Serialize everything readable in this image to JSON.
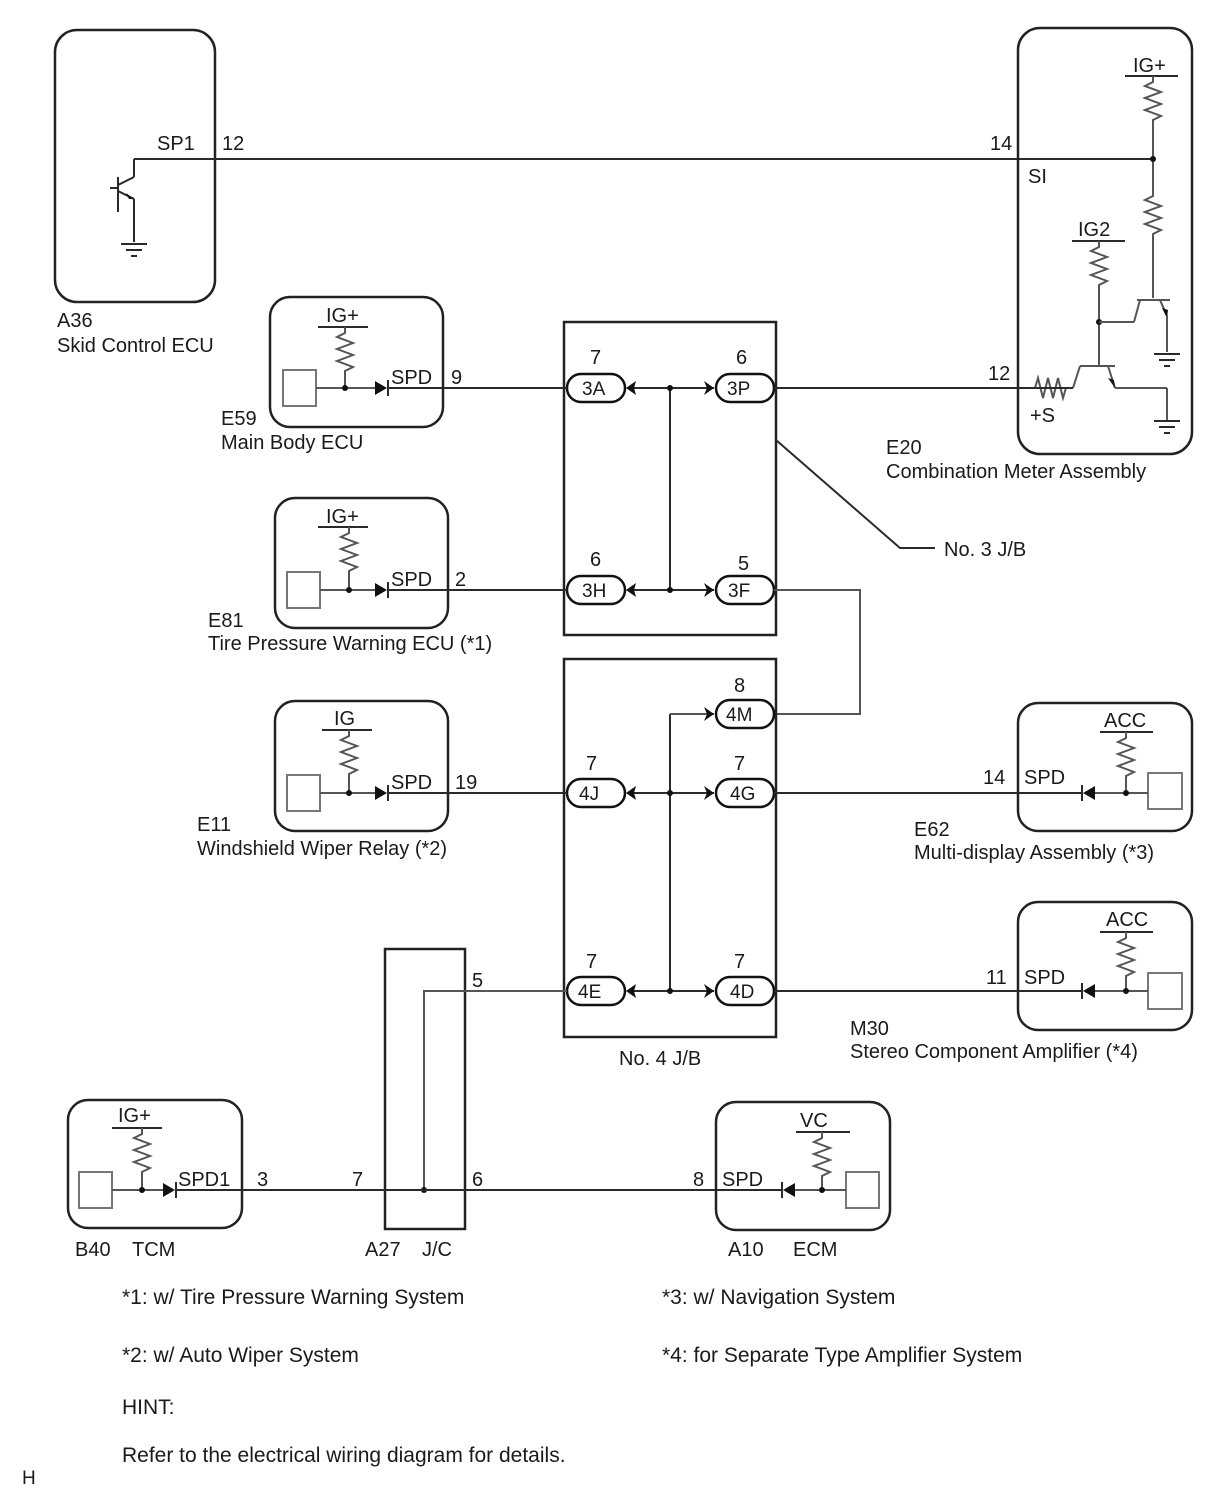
{
  "components": {
    "a36": {
      "code": "A36",
      "name": "Skid Control ECU",
      "terminal_name": "SP1",
      "pin": "12"
    },
    "e20": {
      "code": "E20",
      "name": "Combination Meter Assembly",
      "supply_top": "IG+",
      "supply_mid": "IG2",
      "pin_si": "14",
      "label_si": "SI",
      "pin_s": "12",
      "label_s": "+S"
    },
    "e59": {
      "code": "E59",
      "name": "Main Body ECU",
      "supply": "IG+",
      "terminal_name": "SPD",
      "pin": "9"
    },
    "e81": {
      "code": "E81",
      "name": "Tire Pressure Warning ECU (*1)",
      "supply": "IG+",
      "terminal_name": "SPD",
      "pin": "2"
    },
    "e11": {
      "code": "E11",
      "name": "Windshield Wiper Relay (*2)",
      "supply": "IG",
      "terminal_name": "SPD",
      "pin": "19"
    },
    "e62": {
      "code": "E62",
      "name": "Multi-display Assembly (*3)",
      "supply": "ACC",
      "terminal_name": "SPD",
      "pin": "14"
    },
    "m30": {
      "code": "M30",
      "name": "Stereo Component Amplifier (*4)",
      "supply": "ACC",
      "terminal_name": "SPD",
      "pin": "11"
    },
    "b40": {
      "code": "B40",
      "name": "TCM",
      "supply": "IG+",
      "terminal_name": "SPD1",
      "pin": "3"
    },
    "a10": {
      "code": "A10",
      "name": "ECM",
      "supply": "VC",
      "terminal_name": "SPD",
      "pin": "8"
    },
    "a27": {
      "code": "A27",
      "name": "J/C",
      "pin_left": "7",
      "pin_right": "6",
      "pin_top": "5"
    }
  },
  "junction_blocks": {
    "jb3": {
      "label": "No. 3 J/B",
      "connectors": [
        {
          "id": "3A",
          "pin": "7"
        },
        {
          "id": "3P",
          "pin": "6"
        },
        {
          "id": "3H",
          "pin": "6"
        },
        {
          "id": "3F",
          "pin": "5"
        }
      ]
    },
    "jb4": {
      "label": "No. 4 J/B",
      "connectors": [
        {
          "id": "4M",
          "pin": "8"
        },
        {
          "id": "4J",
          "pin": "7"
        },
        {
          "id": "4G",
          "pin": "7"
        },
        {
          "id": "4E",
          "pin": "7"
        },
        {
          "id": "4D",
          "pin": "7"
        }
      ]
    }
  },
  "notes": {
    "n1": "*1: w/ Tire Pressure Warning System",
    "n2": "*2: w/ Auto Wiper System",
    "n3": "*3: w/ Navigation System",
    "n4": "*4: for Separate Type Amplifier System",
    "hint_title": "HINT:",
    "hint_text": "Refer to the electrical wiring diagram for details.",
    "corner_mark": "H"
  }
}
